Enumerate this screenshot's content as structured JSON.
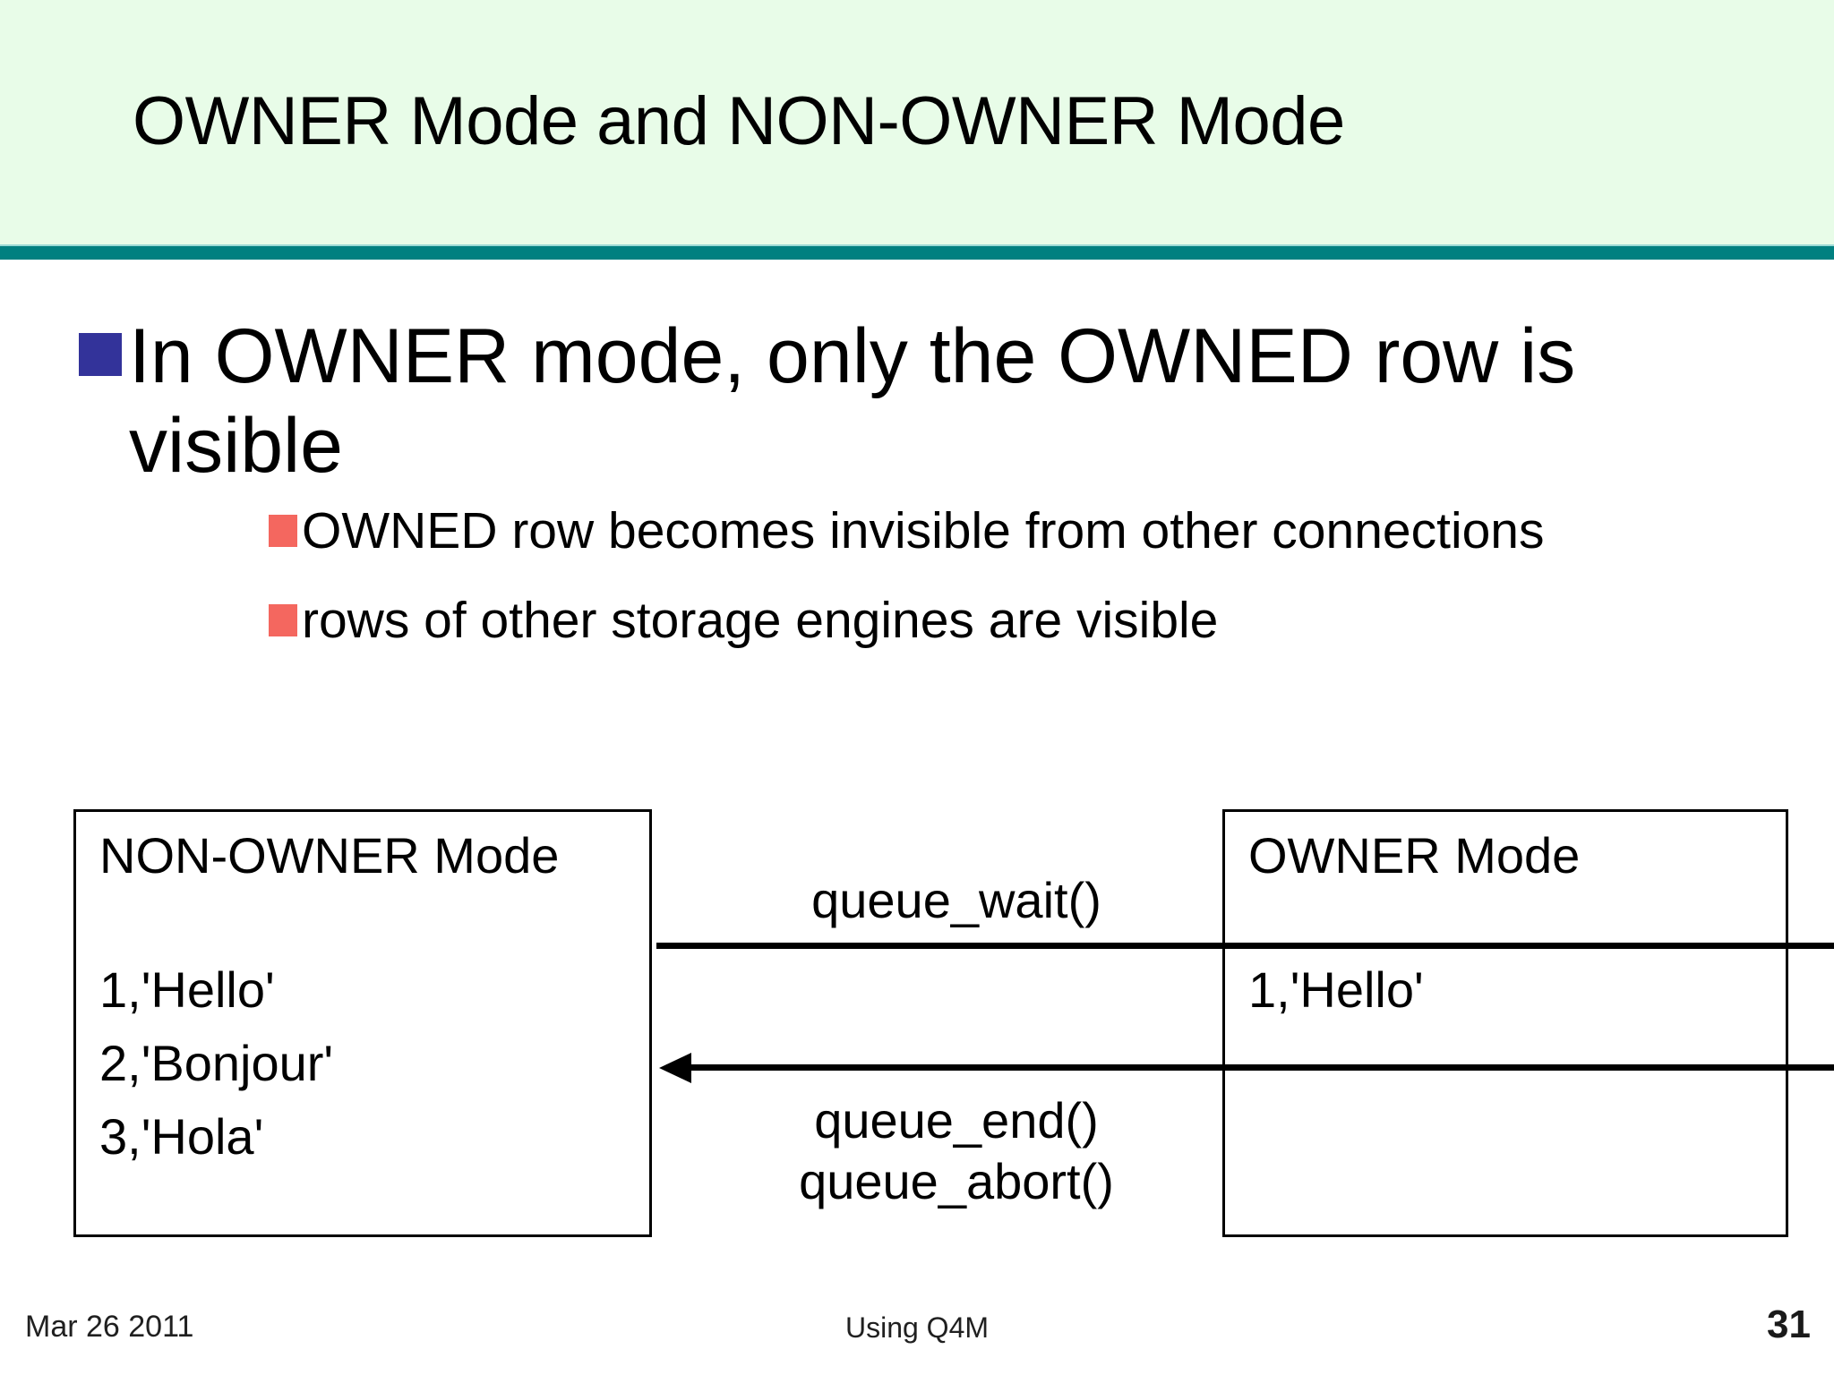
{
  "slide": {
    "title": "OWNER Mode and NON-OWNER Mode",
    "accent_color": "#008080",
    "title_band_color": "#E8FCE8",
    "background_color": "#FFFFFF"
  },
  "bullets": {
    "level1": [
      {
        "text": "In OWNER mode, only the OWNED row is visible",
        "marker_color": "#33339A"
      }
    ],
    "level2": [
      {
        "text": "OWNED row becomes invisible from other connections",
        "marker_color": "#F4675F"
      },
      {
        "text": "rows of other storage engines are visible",
        "marker_color": "#F4675F"
      }
    ]
  },
  "diagram": {
    "left_box": {
      "title": "NON-OWNER Mode",
      "rows": [
        "1,'Hello'",
        "2,'Bonjour'",
        "3,'Hola'"
      ]
    },
    "right_box": {
      "title": "OWNER Mode",
      "rows": [
        "1,'Hello'"
      ]
    },
    "arrows": {
      "forward_label": "queue_wait()",
      "back_label_1": "queue_end()",
      "back_label_2": "queue_abort()"
    }
  },
  "footer": {
    "date": "Mar 26 2011",
    "center": "Using Q4M",
    "page_number": "31"
  }
}
